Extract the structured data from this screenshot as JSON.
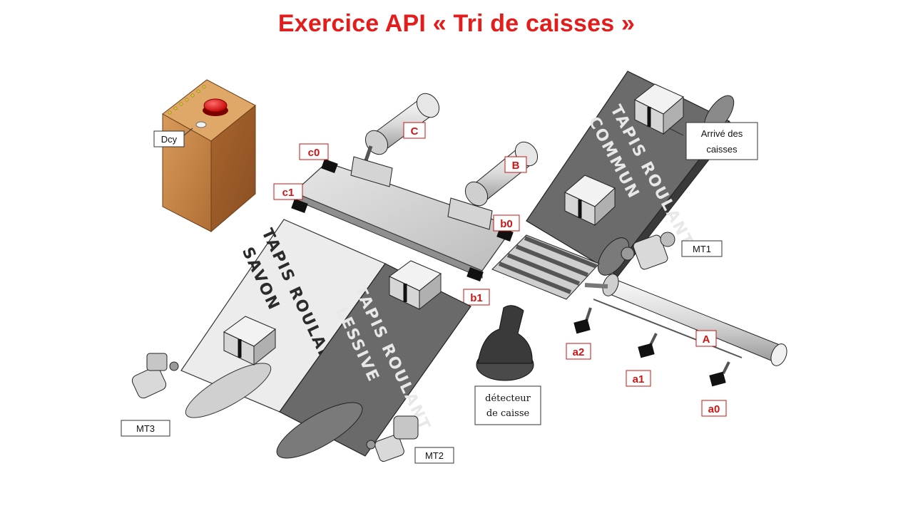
{
  "title": "Exercice API «  Tri de caisses  »",
  "labels": {
    "dcy": "Dcy",
    "c0": "c0",
    "c1": "c1",
    "b0": "b0",
    "b1": "b1",
    "a0": "a0",
    "a1": "a1",
    "a2": "a2",
    "cyl_a": "A",
    "cyl_b": "B",
    "cyl_c": "C",
    "mt1": "MT1",
    "mt2": "MT2",
    "mt3": "MT3",
    "arrive_line1": "Arrivé des",
    "arrive_line2": "caisses",
    "detecteur_line1": "détecteur",
    "detecteur_line2": "de caisse"
  },
  "belts": {
    "commun_line1": "TAPIS ROULANT",
    "commun_line2": "COMMUN",
    "savon_line1": "TAPIS ROULANT",
    "savon_line2": "SAVON",
    "lessive_line1": "TAPIS ROULANT",
    "lessive_line2": "LESSIVE"
  },
  "colors": {
    "title": "#e31c1c",
    "label_red": "#d11515",
    "wood": "#c8874a",
    "button": "#e01010"
  }
}
